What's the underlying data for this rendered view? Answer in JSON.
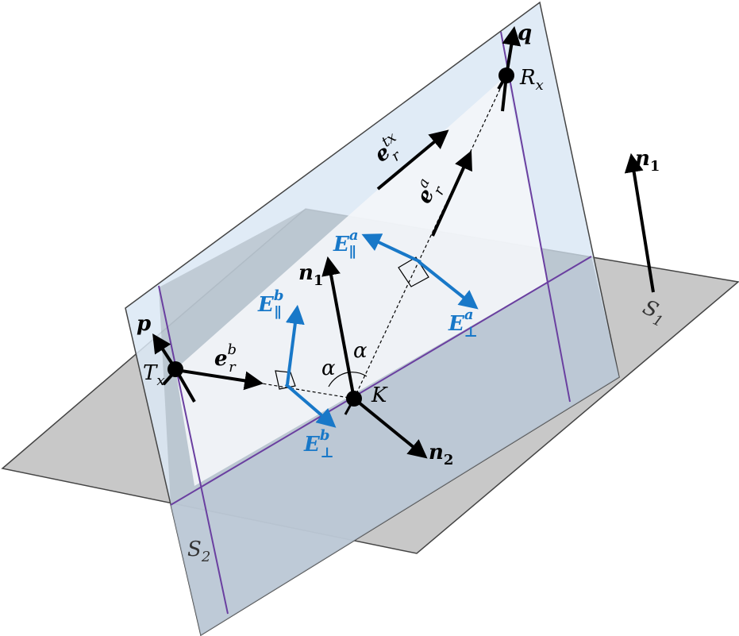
{
  "colors": {
    "ground_plane": "#c8c8c8",
    "wall_plane": "#dbe7f4",
    "wall_overlap": "#b3bfcc",
    "incidence_plane": "#f3f5f8",
    "edge_line": "#6a3fa0",
    "vector": "#000000",
    "field_vector": "#1878c8",
    "ray": "#000000"
  },
  "labels": {
    "q": {
      "base": "q",
      "sub": ""
    },
    "rx": {
      "base": "R",
      "sub": "x"
    },
    "tx": {
      "base": "T",
      "sub": "x"
    },
    "p": {
      "base": "p",
      "sub": ""
    },
    "k": {
      "base": "K",
      "sub": ""
    },
    "n1_right": {
      "base": "n",
      "sub": "1"
    },
    "n1_center": {
      "base": "n",
      "sub": "1"
    },
    "n2": {
      "base": "n",
      "sub": "2"
    },
    "s1": {
      "base": "S",
      "sub": "1"
    },
    "s2": {
      "base": "S",
      "sub": "2"
    },
    "etx": {
      "base": "e",
      "sub": "r",
      "sup": "tx"
    },
    "ea": {
      "base": "e",
      "sub": "r",
      "sup": "a"
    },
    "eb": {
      "base": "e",
      "sub": "r",
      "sup": "b"
    },
    "epar_a": {
      "base": "E",
      "sub": "∥",
      "sup": "a"
    },
    "eperp_a": {
      "base": "E",
      "sub": "⊥",
      "sup": "a"
    },
    "epar_b": {
      "base": "E",
      "sub": "∥",
      "sup": "b"
    },
    "eperp_b": {
      "base": "E",
      "sub": "⊥",
      "sup": "b"
    },
    "alpha_left": "α",
    "alpha_right": "α"
  }
}
